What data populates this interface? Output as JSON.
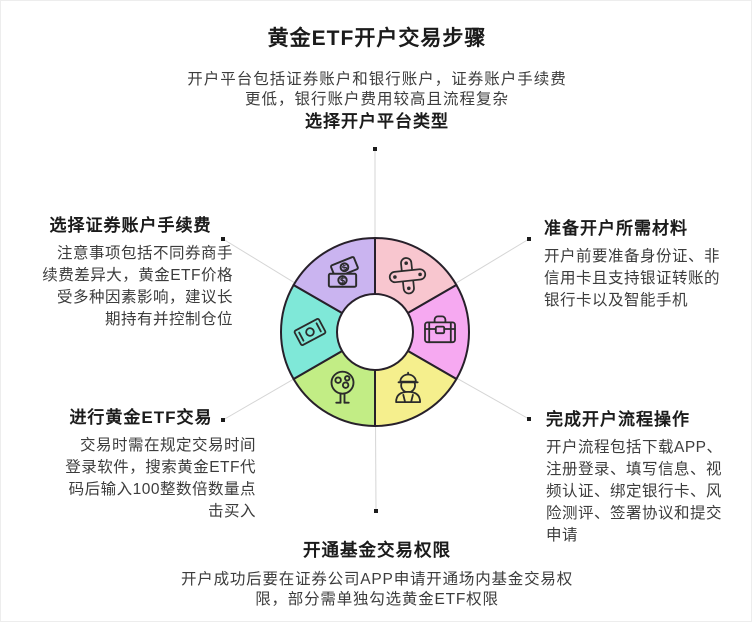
{
  "header": {
    "title": "黄金ETF开户交易步骤"
  },
  "steps": {
    "top_center": {
      "title": "选择开户平台类型",
      "body": "开户平台包括证券账户和银行账户，证券账户手续费\n更低，银行账户费用较高且流程复杂"
    },
    "top_left": {
      "title": "选择证券账户手续费",
      "body": "注意事项包括不同券商手\n续费差异大，黄金ETF价格\n受多种因素影响，建议长\n期持有并控制仓位"
    },
    "top_right": {
      "title": "准备开户所需材料",
      "body": "开户前要准备身份证、非\n信用卡且支持银证转账的\n银行卡以及智能手机"
    },
    "bottom_left": {
      "title": "进行黄金ETF交易",
      "body": "交易时需在规定交易时间\n登录软件，搜索黄金ETF代\n码后输入100整数倍数量点\n击买入"
    },
    "bottom_right": {
      "title": "完成开户流程操作",
      "body": "开户流程包括下载APP、\n注册登录、填写信息、视\n频认证、绑定银行卡、风\n险测评、签署协议和提交\n申请"
    },
    "bottom_center": {
      "title": "开通基金交易权限",
      "body": "开户成功后要在证券公司APP申请开通场内基金交易权\n限，部分需单独勾选黄金ETF权限"
    }
  },
  "donut": {
    "segments": [
      {
        "icon": "bandage-cross-icon",
        "color": "#f8c6cf"
      },
      {
        "icon": "briefcase-icon",
        "color": "#f6a9f1"
      },
      {
        "icon": "miner-worker-icon",
        "color": "#f5ef8d"
      },
      {
        "icon": "money-tree-icon",
        "color": "#c2ed85"
      },
      {
        "icon": "banknote-icon",
        "color": "#7fe8d8"
      },
      {
        "icon": "cash-stack-icon",
        "color": "#cab4f0"
      }
    ],
    "stroke_color": "#27202a",
    "icon_stroke_color": "#2b2b2b",
    "connector_color": "#d5d5d5",
    "dot_color": "#1c1c1c"
  }
}
